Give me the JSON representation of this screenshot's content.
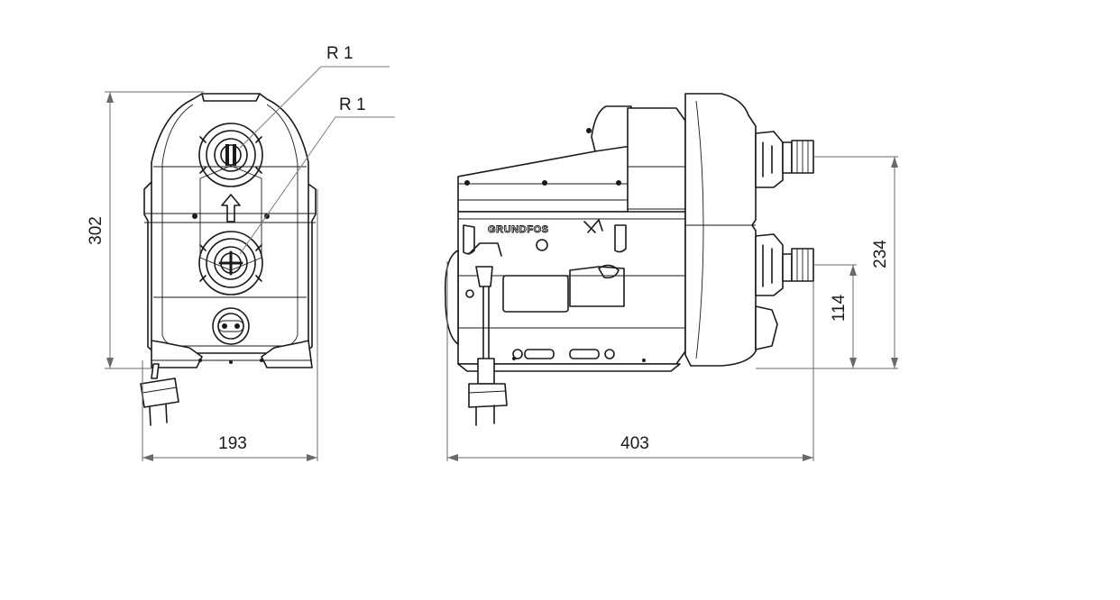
{
  "thread_labels": {
    "top": "R 1",
    "bottom": "R 1"
  },
  "dimensions": {
    "front_height": "302",
    "front_width": "193",
    "side_length": "403",
    "upper_port_height": "234",
    "lower_port_height": "114"
  },
  "brand_text": "GRUNDFOS"
}
